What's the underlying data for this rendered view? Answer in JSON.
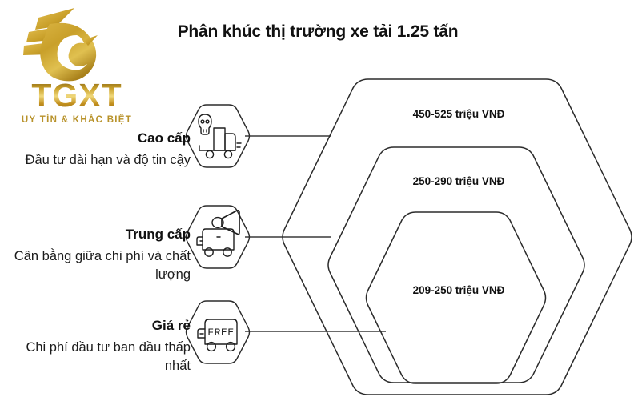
{
  "brand": {
    "wordmark": "TGXT",
    "tagline": "UY TÍN & KHÁC BIỆT",
    "logo_icon": "eagle-head-wing-logo",
    "gold_dark": "#7c5a12",
    "gold_mid": "#c9a02a",
    "gold_light": "#f0d87a"
  },
  "header": {
    "title": "Phân khúc thị trường xe tải 1.25 tấn"
  },
  "tiers": [
    {
      "label": "Cao cấp",
      "description": "Đầu tư dài hạn và độ tin cậy",
      "icon": "truck-skull-icon",
      "price": "450-525 triệu VNĐ"
    },
    {
      "label": "Trung cấp",
      "description": "Cân bằng giữa chi phí và chất lượng",
      "icon": "truck-megaphone-icon",
      "price": "250-290 triệu VNĐ"
    },
    {
      "label": "Giá rẻ",
      "description": "Chi phí đầu tư ban đầu thấp nhất",
      "icon": "truck-free-icon",
      "price": "209-250 triệu VNĐ"
    }
  ],
  "icon_text": {
    "free_badge": "FREE"
  },
  "diagram": {
    "shape": "nested-rounded-hexagons",
    "levels": 3,
    "stroke_color": "#2b2b2b",
    "background": "#ffffff"
  }
}
